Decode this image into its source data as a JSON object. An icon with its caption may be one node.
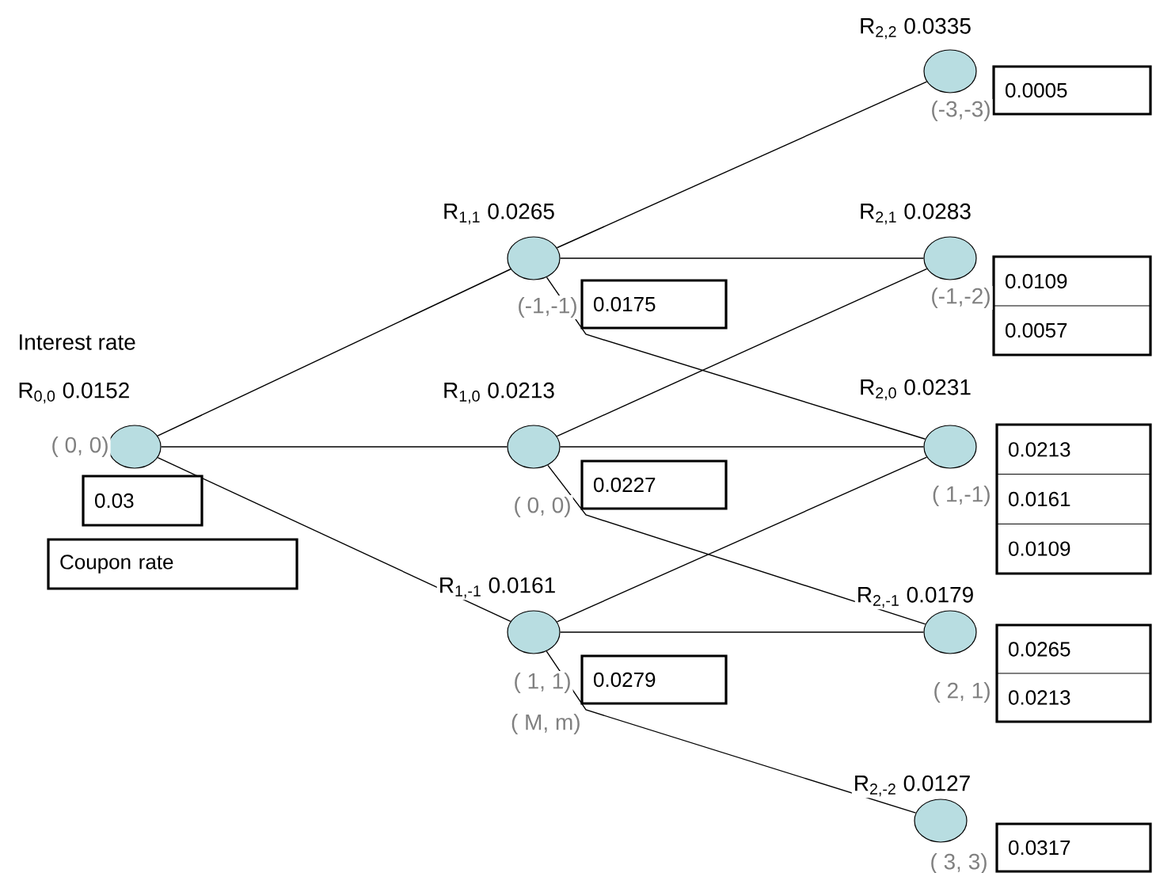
{
  "diagram": {
    "nodes": [
      {
        "text": [],
        "shape": "circle",
        "beside": [
          "Interest rate",
          "R$_{0,0}$ 0.0152",
          "( 0, 0)"
        ]
      },
      {
        "text": [
          "0.03"
        ]
      },
      {
        "text": [
          "Coupon rate"
        ]
      },
      {
        "text": [],
        "shape": "circle",
        "beside": [
          "R$_{1,1}$ 0.0265",
          "(-1,-1)"
        ]
      },
      {
        "text": [
          "0.0175"
        ]
      },
      {
        "text": [],
        "shape": "circle",
        "beside": [
          "R$_{1,0}$ 0.0213"
        ]
      },
      {
        "text": [
          "0.0227"
        ]
      },
      {
        "text": [],
        "shape": "circle",
        "beside": [
          "R$_{1,-1}$ 0.0161",
          "( 1, 1)",
          "( M, m)"
        ]
      },
      {
        "text": [
          "0.0279"
        ]
      },
      {
        "text": [],
        "shape": "circle",
        "beside": [
          "R$_{2,2}$ 0.0335",
          "(-3,-3)"
        ]
      },
      {
        "text": [
          "0.0005"
        ]
      },
      {
        "text": [],
        "shape": "circle",
        "beside": [
          "R$_{2,1}$ 0.0283",
          "(-1,-2)"
        ]
      },
      {
        "text": [
          "0.0109",
          "0.0057"
        ]
      },
      {
        "text": [],
        "shape": "circle",
        "beside": [
          "R$_{2,0}$ 0.0231",
          "( 1,-1)"
        ]
      },
      {
        "text": [
          "0.0213",
          "0.0161",
          "0.0109"
        ]
      },
      {
        "text": [],
        "shape": "circle",
        "beside": [
          "R$_{2,-1}$ 0.0179"
        ]
      },
      {
        "text": [
          "0.0265",
          "0.0213"
        ]
      },
      {
        "text": [],
        "shape": "circle",
        "beside": [
          "R$_{2,-2}$ 0.0127",
          "( 3, 3)"
        ]
      },
      {
        "text": [
          "0.0317"
        ]
      }
    ],
    "edges": [
      {
        "from": 0,
        "to": 3,
        "arrow": "none"
      },
      {
        "from": 0,
        "to": 5,
        "arrow": "none"
      },
      {
        "from": 0,
        "to": 7,
        "arrow": "none"
      },
      {
        "from": 3,
        "to": 9,
        "arrow": "none"
      },
      {
        "from": 3,
        "to": 11,
        "arrow": "none"
      },
      {
        "from": 3,
        "to": 13,
        "arrow": "none"
      },
      {
        "from": 5,
        "to": 11,
        "arrow": "none"
      },
      {
        "from": 5,
        "to": 13,
        "arrow": "none"
      },
      {
        "from": 5,
        "to": 15,
        "arrow": "none"
      },
      {
        "from": 7,
        "to": 13,
        "arrow": "none"
      },
      {
        "from": 7,
        "to": 15,
        "arrow": "none"
      },
      {
        "from": 7,
        "to": 17,
        "arrow": "none"
      }
    ],
    "labels": [
      "( 0, 0)",
      "( 2, 1)"
    ]
  }
}
